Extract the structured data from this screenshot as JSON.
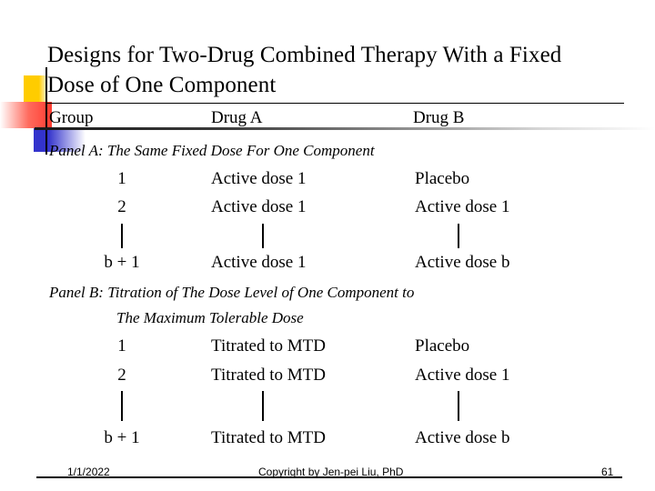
{
  "slide": {
    "title": "Designs for Two-Drug Combined Therapy With a Fixed Dose of One Component",
    "columns": {
      "group": "Group",
      "drug_a": "Drug A",
      "drug_b": "Drug B"
    },
    "panels": [
      {
        "id": "panel-a",
        "label": "Panel A: The Same Fixed Dose For One Component",
        "label_line2": "",
        "rows": [
          {
            "group": "1",
            "drug_a": "Active dose 1",
            "drug_b": "Placebo"
          },
          {
            "group": "2",
            "drug_a": "Active dose 1",
            "drug_b": "Active dose 1"
          },
          {
            "group": "b + 1",
            "drug_a": "Active dose 1",
            "drug_b": "Active dose b"
          }
        ]
      },
      {
        "id": "panel-b",
        "label": "Panel B: Titration of The Dose Level of One Component to",
        "label_line2": "The Maximum Tolerable Dose",
        "rows": [
          {
            "group": "1",
            "drug_a": "Titrated to MTD",
            "drug_b": "Placebo"
          },
          {
            "group": "2",
            "drug_a": "Titrated to MTD",
            "drug_b": "Active dose 1"
          },
          {
            "group": "b + 1",
            "drug_a": "Titrated to MTD",
            "drug_b": "Active dose b"
          }
        ]
      }
    ],
    "footer": {
      "date": "1/1/2022",
      "copyright": "Copyright by Jen-pei Liu, PhD",
      "page_number": "61"
    },
    "colors": {
      "yellow_block": "#FFCC00",
      "red_block": "#FF3B30",
      "blue_block": "#3333CC",
      "text": "#000000",
      "background": "#FFFFFF"
    }
  }
}
